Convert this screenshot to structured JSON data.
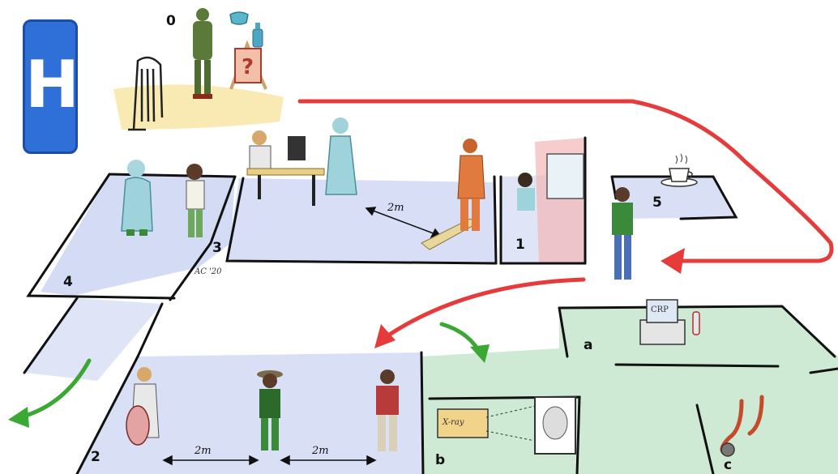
{
  "hospital_sign": "H",
  "stations": {
    "s0": "0",
    "s1": "1",
    "s2": "2",
    "s3": "3",
    "s4": "4",
    "s5": "5",
    "sa": "a",
    "sb": "b",
    "sc": "c"
  },
  "distances": {
    "queue_top": "2m",
    "queue_bottom_left": "2m",
    "queue_bottom_right": "2m"
  },
  "labels": {
    "sign_question": "?",
    "crp_device": "CRP",
    "xray_device": "X-ray",
    "signature": "AC '20"
  },
  "colors": {
    "entry_zone": "#f7e3a0",
    "waiting_zone": "#c9d3f2",
    "diagnostic_zone": "#c9e8cf",
    "red_route": "#e63b3b",
    "green_route": "#3aa832",
    "hospital_sign": "#2f6fd8"
  }
}
